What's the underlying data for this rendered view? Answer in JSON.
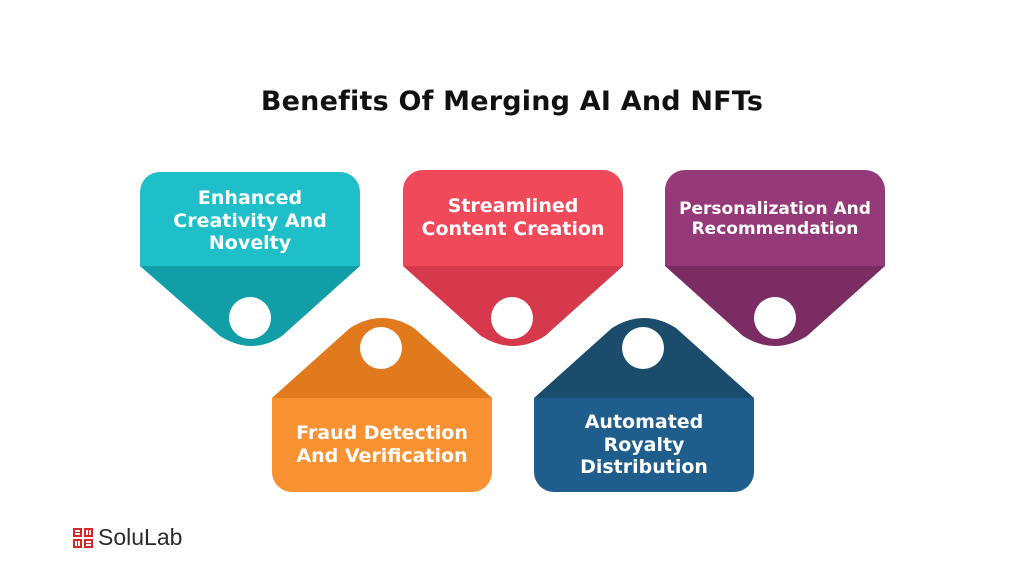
{
  "title": "Benefits Of Merging AI And NFTs",
  "cards": [
    {
      "label": "Enhanced Creativity And Novelty",
      "color": "#1fbfc9",
      "shade": "#129ea7"
    },
    {
      "label": "Streamlined Content Creation",
      "color": "#f0495a",
      "shade": "#d6384c"
    },
    {
      "label": "Personalization And Recommendation",
      "color": "#953a78",
      "shade": "#7a2c63"
    },
    {
      "label": "Fraud Detection And Verification",
      "color": "#f79131",
      "shade": "#e07a1d"
    },
    {
      "label": "Automated Royalty Distribution",
      "color": "#1e5d8c",
      "shade": "#1b4c6c"
    }
  ],
  "brand": {
    "name": "SoluLab",
    "color": "#d9262b"
  }
}
